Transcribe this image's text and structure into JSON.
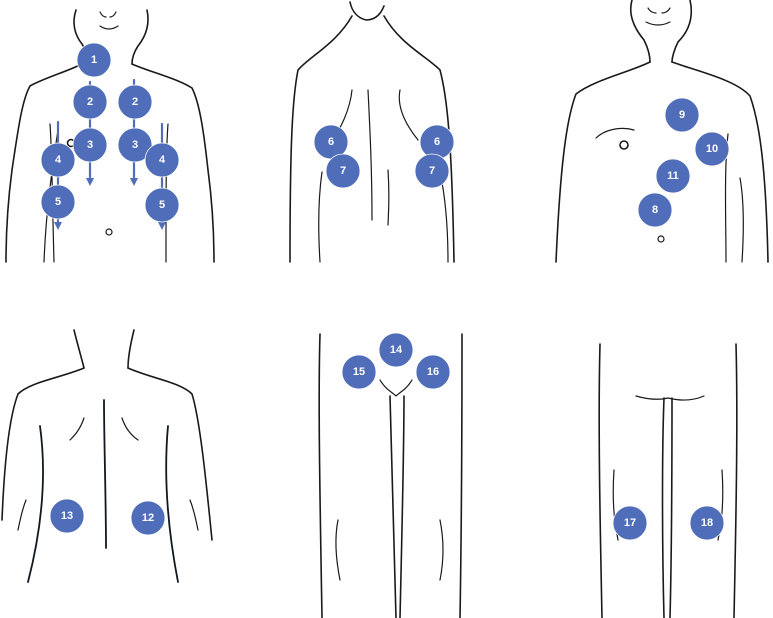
{
  "accent": "#4F6DB8",
  "marker_icon": "numbered-circle-icon",
  "panels": [
    {
      "name": "front-chest",
      "markers": [
        {
          "label": "1"
        },
        {
          "label": "2"
        },
        {
          "label": "2"
        },
        {
          "label": "3"
        },
        {
          "label": "3"
        },
        {
          "label": "4"
        },
        {
          "label": "4"
        },
        {
          "label": "5"
        },
        {
          "label": "5"
        }
      ]
    },
    {
      "name": "upper-back",
      "markers": [
        {
          "label": "6"
        },
        {
          "label": "7"
        },
        {
          "label": "6"
        },
        {
          "label": "7"
        }
      ]
    },
    {
      "name": "front-torso-left",
      "markers": [
        {
          "label": "9"
        },
        {
          "label": "10"
        },
        {
          "label": "11"
        },
        {
          "label": "8"
        }
      ]
    },
    {
      "name": "back-torso",
      "markers": [
        {
          "label": "13"
        },
        {
          "label": "12"
        }
      ]
    },
    {
      "name": "thighs-front",
      "markers": [
        {
          "label": "14"
        },
        {
          "label": "15"
        },
        {
          "label": "16"
        }
      ]
    },
    {
      "name": "legs-back",
      "markers": [
        {
          "label": "17"
        },
        {
          "label": "18"
        }
      ]
    }
  ]
}
